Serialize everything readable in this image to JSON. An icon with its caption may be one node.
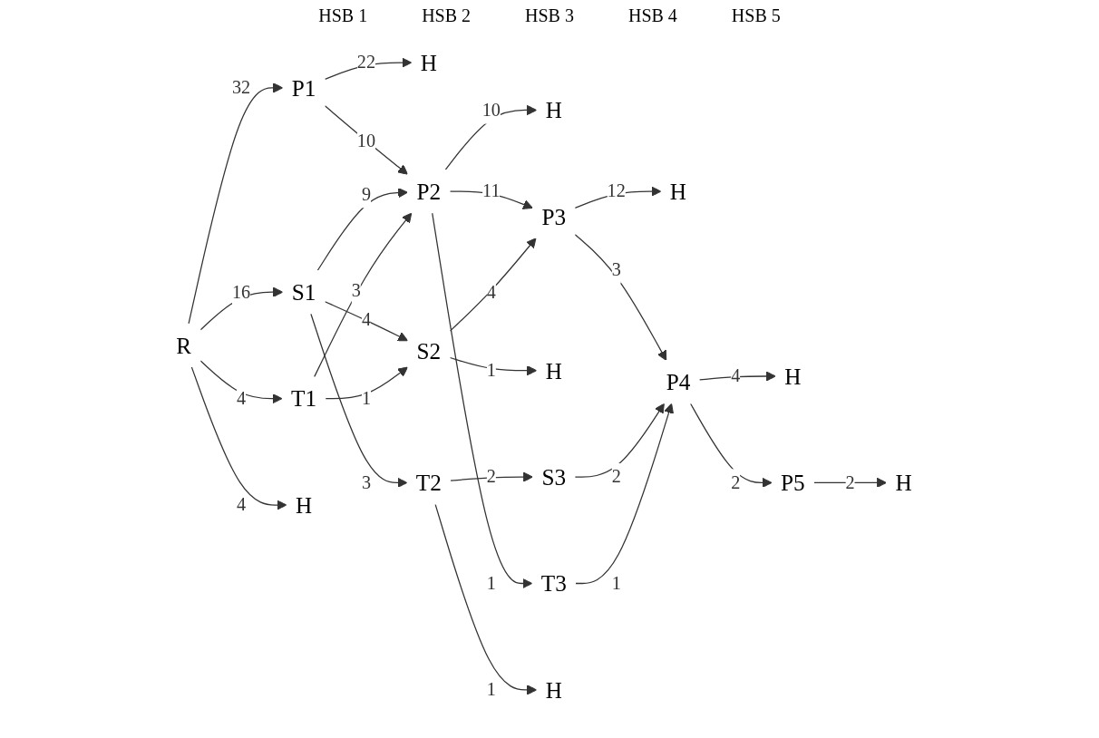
{
  "diagram": {
    "nodes": [
      {
        "text": [
          "H"
        ]
      },
      {
        "text": [
          "H"
        ]
      },
      {
        "text": [
          "H"
        ]
      },
      {
        "text": [
          "H"
        ]
      },
      {
        "text": [
          "H"
        ]
      },
      {
        "text": [
          "P1"
        ]
      },
      {
        "text": [
          "P2"
        ]
      },
      {
        "text": [
          "P3"
        ]
      },
      {
        "text": [
          "P4"
        ]
      },
      {
        "text": [
          "P5"
        ]
      },
      {
        "text": [
          "H"
        ]
      },
      {
        "text": [
          "R"
        ]
      },
      {
        "text": [
          "S1"
        ]
      },
      {
        "text": [
          "S2"
        ]
      },
      {
        "text": [
          "S3"
        ]
      },
      {
        "text": [
          "T1"
        ]
      },
      {
        "text": [
          "T2"
        ]
      },
      {
        "text": [
          "T3"
        ]
      },
      {
        "text": [
          "H"
        ]
      },
      {
        "text": [
          "H"
        ]
      }
    ],
    "edges": [
      {
        "from": 11,
        "to": 5,
        "arrow": "to",
        "label": "32"
      },
      {
        "from": 11,
        "to": 12,
        "arrow": "to",
        "label": "16"
      },
      {
        "from": 11,
        "to": 15,
        "arrow": "to",
        "label": "4"
      },
      {
        "from": 11,
        "to": 18,
        "arrow": "to",
        "label": "4"
      },
      {
        "from": 5,
        "to": 0,
        "arrow": "to",
        "label": "22"
      },
      {
        "from": 5,
        "to": 6,
        "arrow": "to",
        "label": "10"
      },
      {
        "from": 6,
        "to": 1,
        "arrow": "to",
        "label": "10"
      },
      {
        "from": 6,
        "to": 7,
        "arrow": "to",
        "label": "11"
      },
      {
        "from": 6,
        "to": 17,
        "arrow": "to",
        "label": "1"
      },
      {
        "from": 7,
        "to": 2,
        "arrow": "to",
        "label": "12"
      },
      {
        "from": 7,
        "to": 8,
        "arrow": "to",
        "label": "3"
      },
      {
        "from": 8,
        "to": 3,
        "arrow": "to",
        "label": "4"
      },
      {
        "from": 8,
        "to": 9,
        "arrow": "to",
        "label": "2"
      },
      {
        "from": 9,
        "to": 4,
        "arrow": "to",
        "label": "2"
      },
      {
        "from": 12,
        "to": 6,
        "arrow": "to",
        "label": "9"
      },
      {
        "from": 12,
        "to": 13,
        "arrow": "to",
        "label": "4"
      },
      {
        "from": 12,
        "to": 16,
        "arrow": "to",
        "label": "3"
      },
      {
        "from": 13,
        "to": 10,
        "arrow": "to",
        "label": "1"
      },
      {
        "from": 13,
        "to": 7,
        "arrow": "to",
        "label": "4"
      },
      {
        "from": 15,
        "to": 6,
        "arrow": "to",
        "label": "3"
      },
      {
        "from": 15,
        "to": 13,
        "arrow": "to",
        "label": "1"
      },
      {
        "from": 16,
        "to": 14,
        "arrow": "to",
        "label": "2"
      },
      {
        "from": 16,
        "to": 19,
        "arrow": "to",
        "label": "1"
      },
      {
        "from": 14,
        "to": 8,
        "arrow": "to",
        "label": "2"
      },
      {
        "from": 17,
        "to": 8,
        "arrow": "to",
        "label": "1"
      }
    ],
    "labels": [
      "HSB 1",
      "HSB 2",
      "HSB 3",
      "HSB 4",
      "HSB 5"
    ]
  }
}
